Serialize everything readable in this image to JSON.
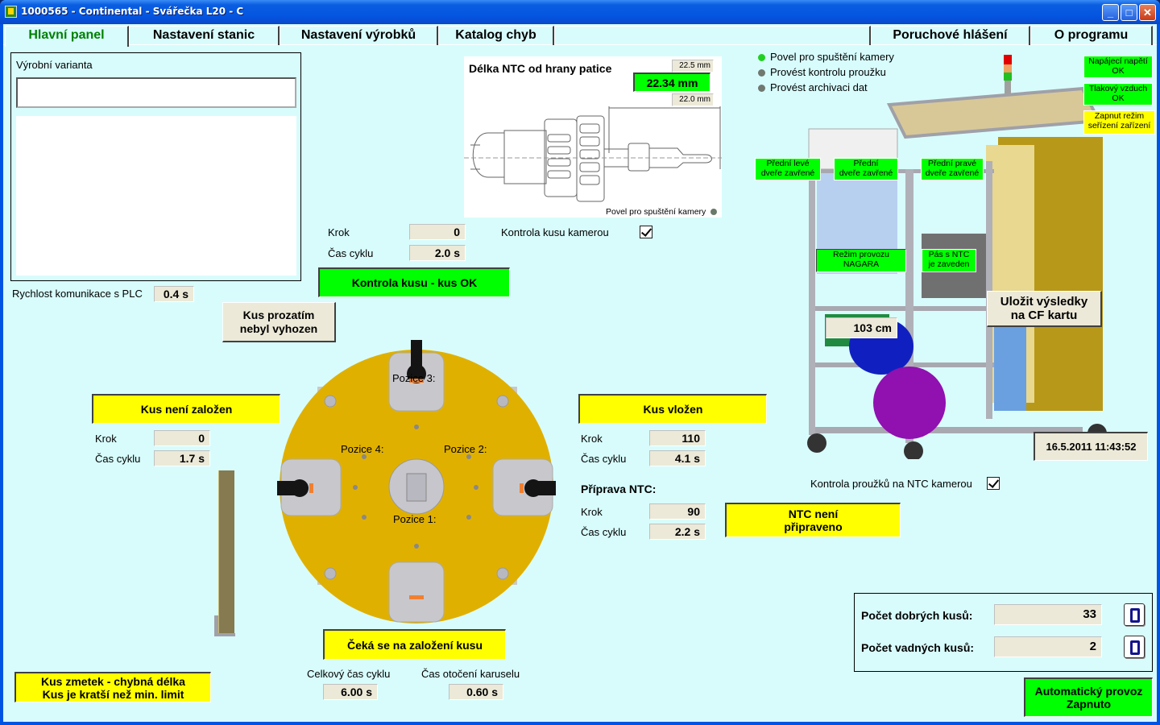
{
  "window": {
    "title": "1000565 - Continental - Svářečka L20 - C",
    "controls": [
      "minimize",
      "maximize",
      "close"
    ]
  },
  "tabs": [
    {
      "label": "Hlavní panel",
      "active": true
    },
    {
      "label": "Nastavení stanic",
      "active": false
    },
    {
      "label": "Nastavení výrobků",
      "active": false
    },
    {
      "label": "Katalog chyb",
      "active": false
    },
    {
      "label": "Poruchové hlášení",
      "active": false
    },
    {
      "label": "O programu",
      "active": false
    }
  ],
  "variant": {
    "label": "Výrobní varianta",
    "value": ""
  },
  "plc": {
    "label": "Rychlost komunikace s PLC",
    "value": "0.4 s"
  },
  "ntc_length": {
    "title": "Délka NTC od hrany patice",
    "max": "22.5 mm",
    "measured": "22.34 mm",
    "min": "22.0 mm",
    "camera_trigger_label": "Povel pro spuštění kamery"
  },
  "position3": {
    "krok_label": "Krok",
    "krok": "0",
    "cas_label": "Čas cyklu",
    "cas": "2.0 s",
    "camera_check_label": "Kontrola kusu kamerou",
    "camera_check": true,
    "status": "Kontrola kusu - kus OK"
  },
  "eject_button": "Kus prozatím\nnebyl vyhozen",
  "position4": {
    "status": "Kus není založen",
    "krok_label": "Krok",
    "krok": "0",
    "cas_label": "Čas cyklu",
    "cas": "1.7 s"
  },
  "position2": {
    "status": "Kus vložen",
    "krok_label": "Krok",
    "krok": "110",
    "cas_label": "Čas cyklu",
    "cas": "4.1 s"
  },
  "ntc_prep": {
    "title": "Příprava NTC:",
    "krok_label": "Krok",
    "krok": "90",
    "cas_label": "Čas cyklu",
    "cas": "2.2 s",
    "status": "NTC není\npřipraveno"
  },
  "position1": {
    "status": "Čeká se na založení kusu"
  },
  "carousel": {
    "labels": [
      "Pozice 1:",
      "Pozice 2:",
      "Pozice 3:",
      "Pozice 4:"
    ],
    "total_cycle_label": "Celkový čas cyklu",
    "total_cycle": "6.00 s",
    "rotation_label": "Čas otočení karuselu",
    "rotation": "0.60 s"
  },
  "reject_status": "Kus zmetek - chybná délka\nKus je kratší než min. limit",
  "signals": [
    {
      "label": "Povel pro spuštění kamery",
      "state": "on"
    },
    {
      "label": "Provést kontrolu proužku",
      "state": "off"
    },
    {
      "label": "Provést archivaci dat",
      "state": "off"
    }
  ],
  "machine_tags": {
    "power": "Napájecí napětí\nOK",
    "air": "Tlakový vzduch\nOK",
    "setup_mode": "Zapnut režim\nseřízení zařízení",
    "door_left": "Přední levé\ndveře zavřené",
    "door_front": "Přední\ndveře zavřené",
    "door_right": "Přední pravé\ndveře zavřené",
    "mode": "Režim provozu\nNAGARA",
    "strip": "Pás s NTC\nje zaveden",
    "length": "103 cm"
  },
  "save_button": "Uložit výsledky\nna CF kartu",
  "datetime": "16.5.2011 11:43:52",
  "strip_camera": {
    "label": "Kontrola proužků na NTC kamerou",
    "checked": true
  },
  "counters": {
    "good_label": "Počet dobrých kusů:",
    "good": "33",
    "bad_label": "Počet vadných kusů:",
    "bad": "2"
  },
  "auto_mode": "Automatický provoz\nZapnuto",
  "colors": {
    "background": "#d8fcfc",
    "ok_green": "#00ff00",
    "warn_yellow": "#ffff00",
    "carousel": "#e0b000"
  }
}
